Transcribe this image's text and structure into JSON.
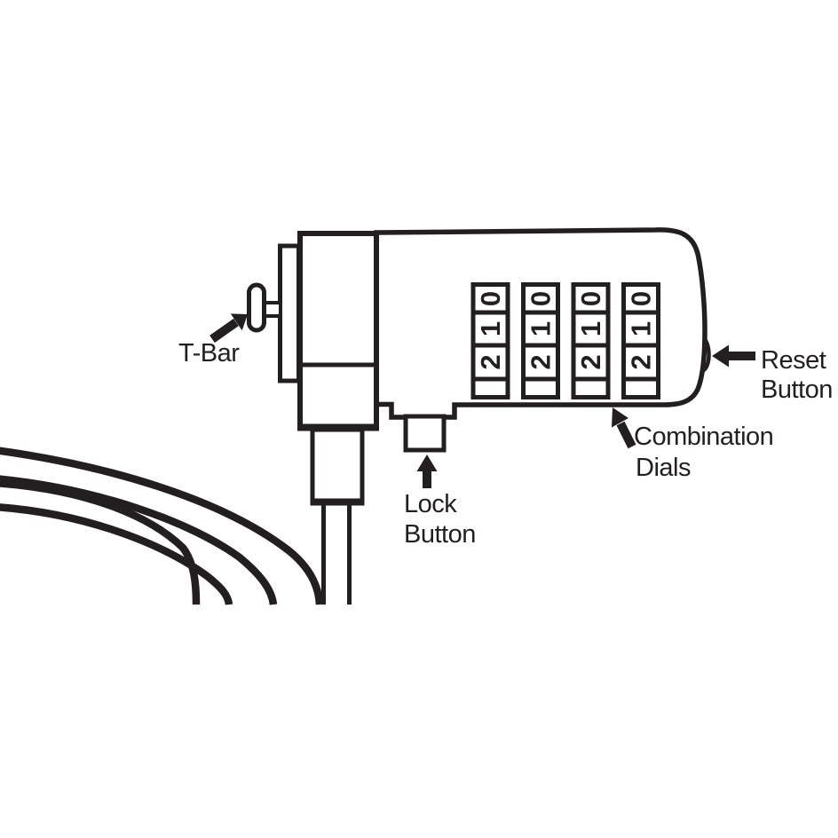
{
  "colors": {
    "ink": "#231f20",
    "background": "#ffffff"
  },
  "labels": {
    "t_bar": "T-Bar",
    "reset_button": [
      "Reset",
      "Button"
    ],
    "combination_dials": [
      "Combination",
      "Dials"
    ],
    "lock_button": [
      "Lock",
      "Button"
    ]
  },
  "dials": {
    "count": 4,
    "visible_digits_top_to_bottom": [
      "0",
      "1",
      "2"
    ]
  }
}
